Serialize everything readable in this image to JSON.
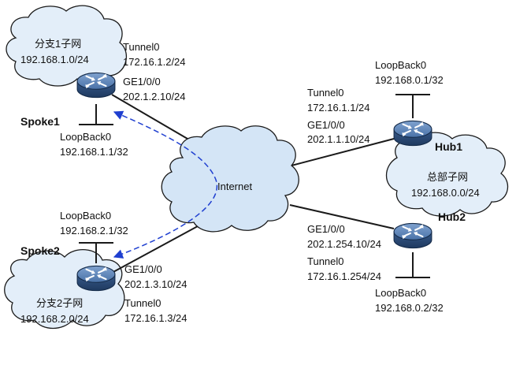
{
  "colors": {
    "cloud_fill": "#e3eef9",
    "internet_fill": "#d4e5f6",
    "cloud_stroke": "#1a1a1a",
    "router_body": "#2e4f7c",
    "router_top": "#5f86b8",
    "dashed_arrow": "#1f3fd0"
  },
  "internet": {
    "label": "Internet"
  },
  "spoke1": {
    "name": "Spoke1",
    "subnet_name": "分支1子网",
    "subnet": "192.168.1.0/24",
    "tunnel_label": "Tunnel0",
    "tunnel_ip": "172.16.1.2/24",
    "ge_label": "GE1/0/0",
    "ge_ip": "202.1.2.10/24",
    "loopback_label": "LoopBack0",
    "loopback_ip": "192.168.1.1/32"
  },
  "spoke2": {
    "name": "Spoke2",
    "subnet_name": "分支2子网",
    "subnet": "192.168.2.0/24",
    "tunnel_label": "Tunnel0",
    "tunnel_ip": "172.16.1.3/24",
    "ge_label": "GE1/0/0",
    "ge_ip": "202.1.3.10/24",
    "loopback_label": "LoopBack0",
    "loopback_ip": "192.168.2.1/32"
  },
  "hub1": {
    "name": "Hub1",
    "tunnel_label": "Tunnel0",
    "tunnel_ip": "172.16.1.1/24",
    "ge_label": "GE1/0/0",
    "ge_ip": "202.1.1.10/24",
    "loopback_label": "LoopBack0",
    "loopback_ip": "192.168.0.1/32"
  },
  "hub2": {
    "name": "Hub2",
    "tunnel_label": "Tunnel0",
    "tunnel_ip": "172.16.1.254/24",
    "ge_label": "GE1/0/0",
    "ge_ip": "202.1.254.10/24",
    "loopback_label": "LoopBack0",
    "loopback_ip": "192.168.0.2/32"
  },
  "hq": {
    "subnet_name": "总部子网",
    "subnet": "192.168.0.0/24"
  }
}
